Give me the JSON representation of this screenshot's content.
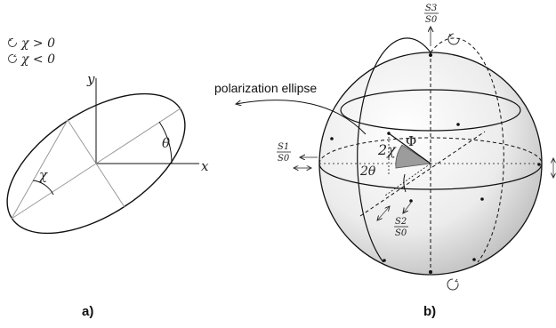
{
  "panel_a": {
    "legend_ccw": "χ > 0",
    "legend_cw": "χ < 0",
    "axis_x": "x",
    "axis_y": "y",
    "angle_theta": "θ",
    "angle_chi": "χ",
    "label": "a)"
  },
  "panel_b": {
    "callout": "polarization ellipse",
    "s1_num": "S1",
    "s1_den": "S0",
    "s2_num": "S2",
    "s2_den": "S0",
    "s3_num": "S3",
    "s3_den": "S0",
    "two_chi": "2χ",
    "two_theta": "2θ",
    "phi": "Φ",
    "label": "b)"
  }
}
